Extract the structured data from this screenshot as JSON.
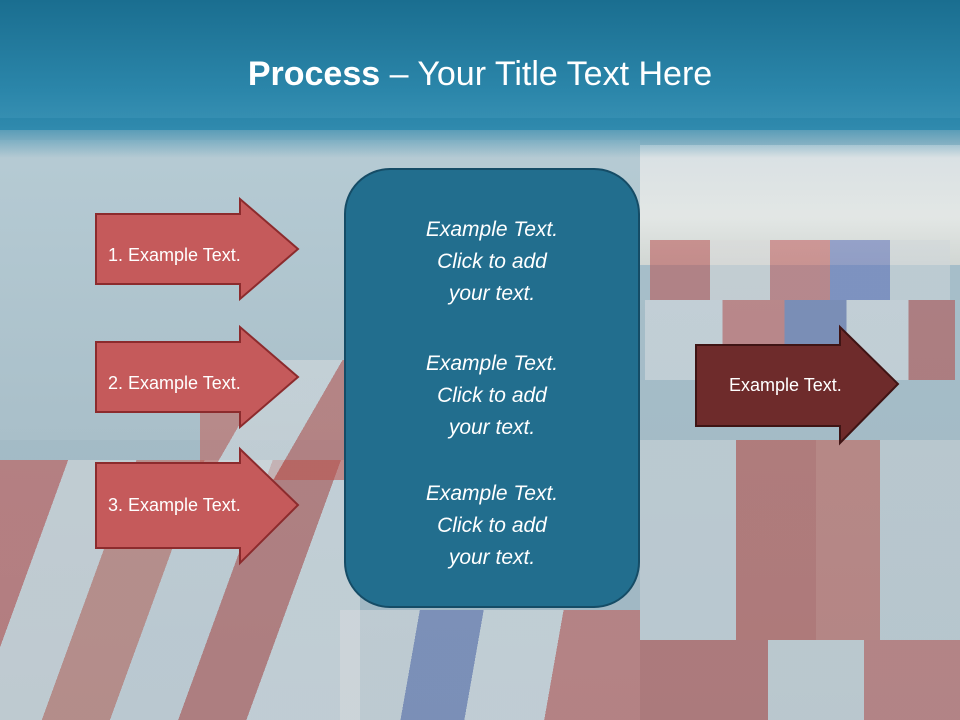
{
  "slide": {
    "title_bold": "Process",
    "title_rest": " – Your Title Text Here"
  },
  "left_arrows": [
    {
      "label": "1. Example Text."
    },
    {
      "label": "2. Example Text."
    },
    {
      "label": "3. Example Text."
    }
  ],
  "center_box": {
    "blocks": [
      {
        "line1": "Example Text.",
        "line2": "Click  to add",
        "line3": "your text."
      },
      {
        "line1": "Example Text.",
        "line2": "Click  to add",
        "line3": "your text."
      },
      {
        "line1": "Example Text.",
        "line2": "Click  to add",
        "line3": "your text."
      }
    ]
  },
  "right_arrow": {
    "label": "Example Text."
  },
  "colors": {
    "left_arrow_fill": "#c55a5b",
    "left_arrow_stroke": "#8c2b2d",
    "right_arrow_fill": "#6e2b2b",
    "right_arrow_stroke": "#3f1414",
    "center_box_fill": "#226e8e",
    "title_bar": "#1f7597"
  }
}
